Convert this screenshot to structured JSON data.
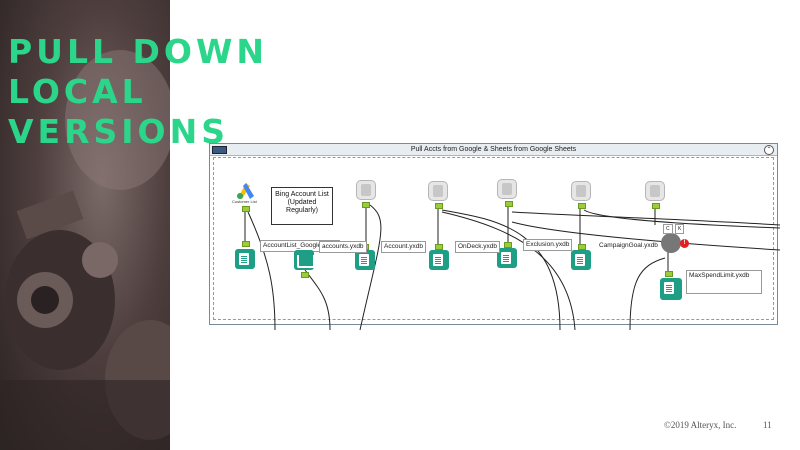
{
  "slide": {
    "title_lines": [
      "PULL DOWN",
      "LOCAL",
      "VERSIONS"
    ],
    "copyright": "©2019 Alteryx, Inc.",
    "page_number": "11",
    "accent_color": "#2bd68a"
  },
  "workflow": {
    "container_title": "Pull Accts from Google & Sheets from Google Sheets",
    "comment_text": "Bing Account List (Updated Regularly)",
    "google_ads_caption": "Customer List",
    "output_labels": [
      "AccountList_Google.yxdb",
      "accounts.yxdb",
      "Account.yxdb",
      "OnDeck.yxdb",
      "Exclusion.yxdb",
      "CampaignGoal.yxdb",
      "MaxSpendLimit.yxdb"
    ],
    "error_badge": "!",
    "tool_colors": {
      "output": "#1f9e86",
      "anchor": "#9ccc3a"
    }
  }
}
